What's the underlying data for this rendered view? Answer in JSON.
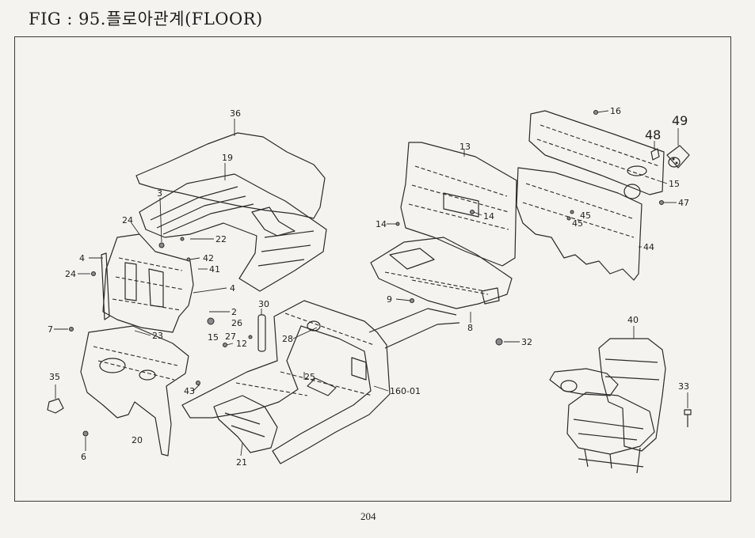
{
  "title": "FIG : 95.플로아관계(FLOOR)",
  "page_number": "204",
  "labels": {
    "l36": "36",
    "l19": "19",
    "l3": "3",
    "l24a": "24",
    "l22": "22",
    "l42": "42",
    "l4a": "4",
    "l24b": "24",
    "l41": "41",
    "l4b": "4",
    "l2": "2",
    "l26": "26",
    "l7": "7",
    "l23": "23",
    "l15a": "15",
    "l27": "27",
    "l12": "12",
    "l35": "35",
    "l43": "43",
    "l20": "20",
    "l6": "6",
    "l21": "21",
    "l30": "30",
    "l28": "28",
    "l25": "25",
    "l160": "160-01",
    "l13": "13",
    "l14a": "14",
    "l14b": "14",
    "l9": "9",
    "l8": "8",
    "l32": "32",
    "l16": "16",
    "l48": "48",
    "l49": "49",
    "l15b": "15",
    "l47": "47",
    "l45a": "45",
    "l45b": "45",
    "l44": "44",
    "l40": "40",
    "l33": "33"
  }
}
